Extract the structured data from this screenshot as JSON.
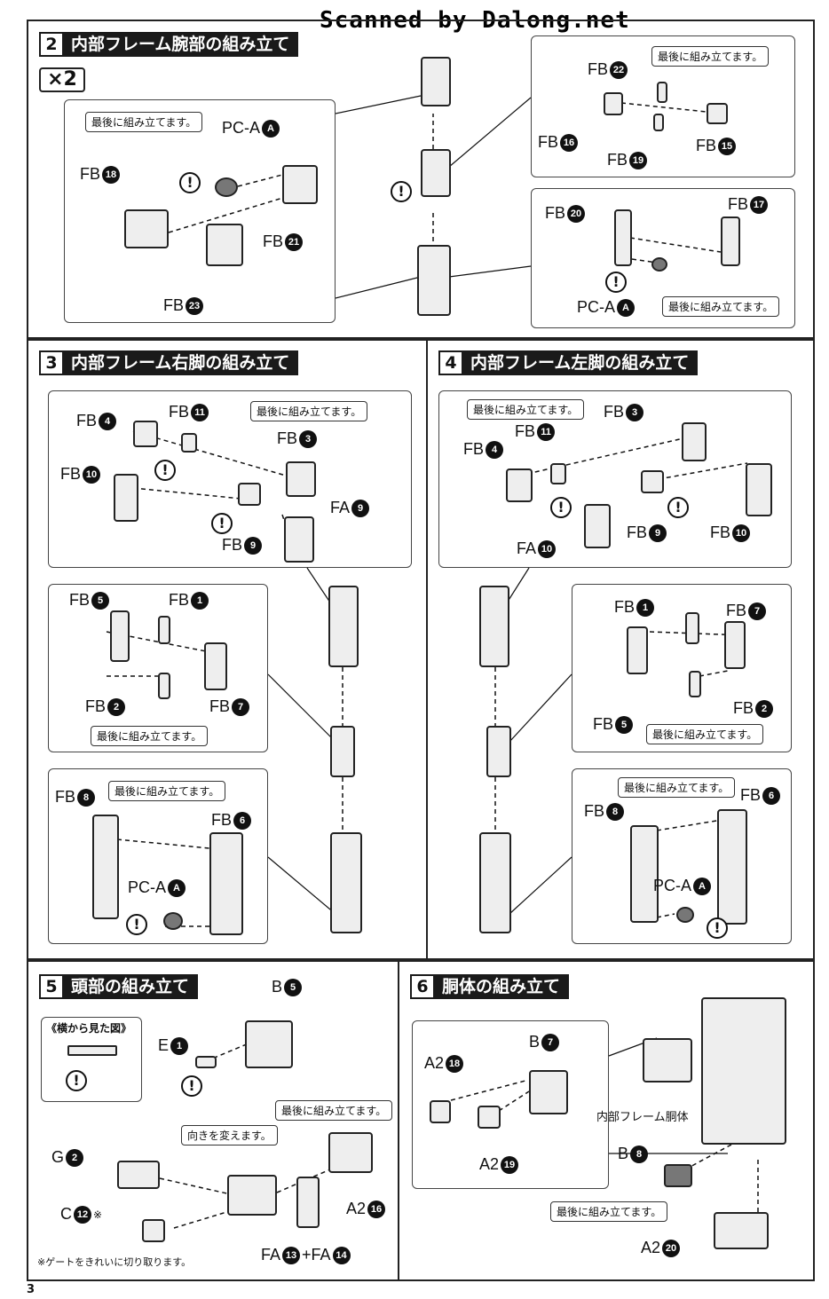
{
  "watermark": "Scanned by Dalong.net",
  "page_number": "3",
  "footnote": "※ゲートをきれいに切り取ります。",
  "steps": {
    "s2": {
      "num": "2",
      "title": "内部フレーム腕部の組み立て",
      "multiplier": "×2"
    },
    "s3": {
      "num": "3",
      "title": "内部フレーム右脚の組み立て"
    },
    "s4": {
      "num": "4",
      "title": "内部フレーム左脚の組み立て"
    },
    "s5": {
      "num": "5",
      "title": "頭部の組み立て"
    },
    "s6": {
      "num": "6",
      "title": "胴体の組み立て"
    }
  },
  "notes": {
    "last": "最後に組み立てます。",
    "turn": "向きを変えます。",
    "side_view": "《横から見た図》",
    "torso_frame": "内部フレーム胴体"
  },
  "warn_symbol": "!",
  "labels": {
    "s2": [
      {
        "t": "PC-A",
        "n": "A"
      },
      {
        "t": "FB",
        "n": "18"
      },
      {
        "t": "FB",
        "n": "21"
      },
      {
        "t": "FB",
        "n": "23"
      },
      {
        "t": "FB",
        "n": "22"
      },
      {
        "t": "FB",
        "n": "16"
      },
      {
        "t": "FB",
        "n": "19"
      },
      {
        "t": "FB",
        "n": "15"
      },
      {
        "t": "FB",
        "n": "20"
      },
      {
        "t": "FB",
        "n": "17"
      },
      {
        "t": "PC-A",
        "n": "A"
      }
    ],
    "s3": [
      {
        "t": "FB",
        "n": "4"
      },
      {
        "t": "FB",
        "n": "11"
      },
      {
        "t": "FB",
        "n": "3"
      },
      {
        "t": "FB",
        "n": "10"
      },
      {
        "t": "FA",
        "n": "9"
      },
      {
        "t": "FB",
        "n": "9"
      },
      {
        "t": "FB",
        "n": "5"
      },
      {
        "t": "FB",
        "n": "1"
      },
      {
        "t": "FB",
        "n": "2"
      },
      {
        "t": "FB",
        "n": "7"
      },
      {
        "t": "FB",
        "n": "8"
      },
      {
        "t": "FB",
        "n": "6"
      },
      {
        "t": "PC-A",
        "n": "A"
      }
    ],
    "s4": [
      {
        "t": "FB",
        "n": "3"
      },
      {
        "t": "FB",
        "n": "11"
      },
      {
        "t": "FB",
        "n": "4"
      },
      {
        "t": "FB",
        "n": "9"
      },
      {
        "t": "FB",
        "n": "10"
      },
      {
        "t": "FA",
        "n": "10"
      },
      {
        "t": "FB",
        "n": "1"
      },
      {
        "t": "FB",
        "n": "7"
      },
      {
        "t": "FB",
        "n": "5"
      },
      {
        "t": "FB",
        "n": "2"
      },
      {
        "t": "FB",
        "n": "8"
      },
      {
        "t": "FB",
        "n": "6"
      },
      {
        "t": "PC-A",
        "n": "A"
      }
    ],
    "s5": [
      {
        "t": "B",
        "n": "5"
      },
      {
        "t": "E",
        "n": "1"
      },
      {
        "t": "G",
        "n": "2"
      },
      {
        "t": "C",
        "n": "12"
      },
      {
        "t": "A2",
        "n": "16"
      },
      {
        "t": "FA",
        "n": "13"
      },
      {
        "t": "+FA",
        "n": "14"
      }
    ],
    "s6": [
      {
        "t": "B",
        "n": "7"
      },
      {
        "t": "A2",
        "n": "18"
      },
      {
        "t": "A2",
        "n": "19"
      },
      {
        "t": "B",
        "n": "8"
      },
      {
        "t": "A2",
        "n": "20"
      }
    ]
  },
  "c12_mark": "※"
}
